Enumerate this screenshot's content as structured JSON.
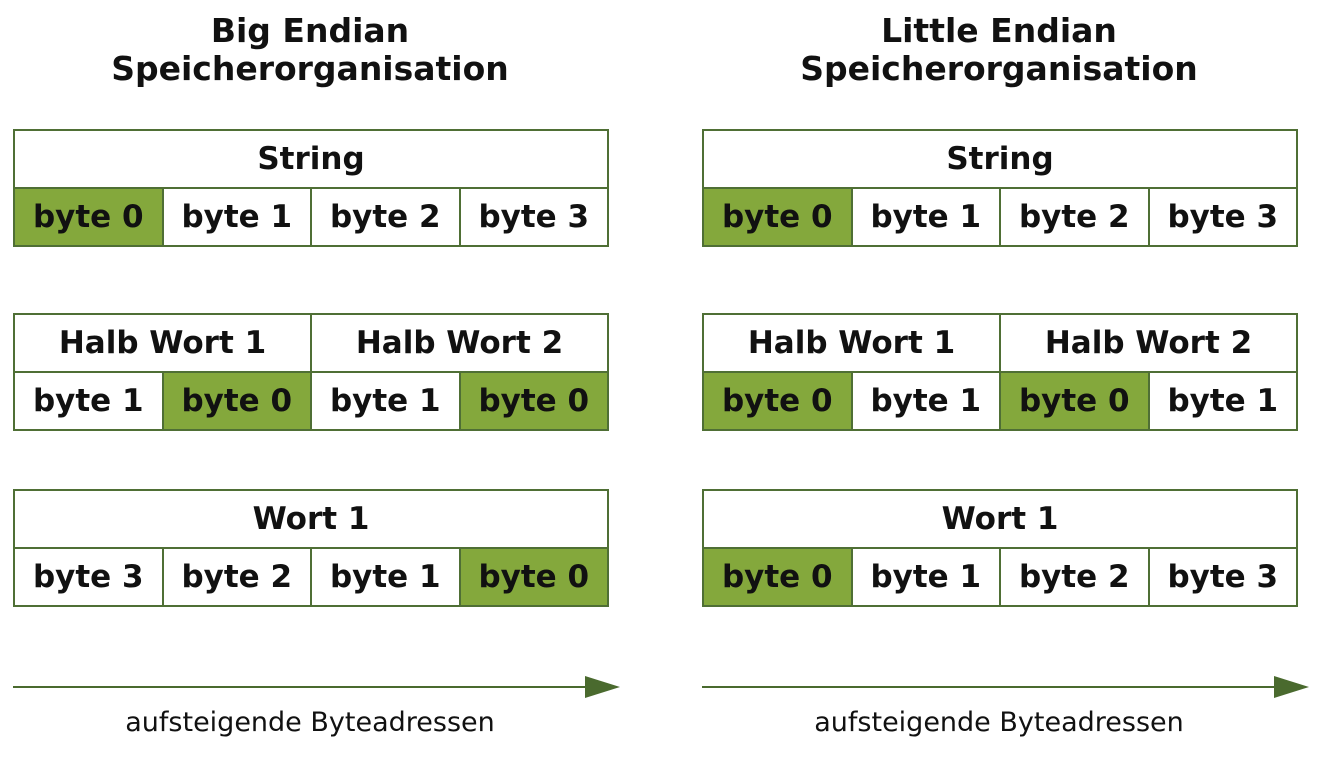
{
  "colors": {
    "highlight": "#84a83c",
    "border": "#4f6f35",
    "arrow": "#4a6a2e"
  },
  "left": {
    "title_line1": "Big Endian",
    "title_line2": "Speicherorganisation",
    "blocks": [
      {
        "header": [
          "String"
        ],
        "bytes": [
          {
            "label": "byte 0",
            "hl": true
          },
          {
            "label": "byte 1",
            "hl": false
          },
          {
            "label": "byte 2",
            "hl": false
          },
          {
            "label": "byte 3",
            "hl": false
          }
        ]
      },
      {
        "header": [
          "Halb Wort 1",
          "Halb Wort 2"
        ],
        "bytes": [
          {
            "label": "byte 1",
            "hl": false
          },
          {
            "label": "byte 0",
            "hl": true
          },
          {
            "label": "byte 1",
            "hl": false
          },
          {
            "label": "byte 0",
            "hl": true
          }
        ]
      },
      {
        "header": [
          "Wort 1"
        ],
        "bytes": [
          {
            "label": "byte 3",
            "hl": false
          },
          {
            "label": "byte 2",
            "hl": false
          },
          {
            "label": "byte 1",
            "hl": false
          },
          {
            "label": "byte 0",
            "hl": true
          }
        ]
      }
    ],
    "caption": "aufsteigende Byteadressen"
  },
  "right": {
    "title_line1": "Little Endian",
    "title_line2": "Speicherorganisation",
    "blocks": [
      {
        "header": [
          "String"
        ],
        "bytes": [
          {
            "label": "byte 0",
            "hl": true
          },
          {
            "label": "byte 1",
            "hl": false
          },
          {
            "label": "byte 2",
            "hl": false
          },
          {
            "label": "byte 3",
            "hl": false
          }
        ]
      },
      {
        "header": [
          "Halb Wort 1",
          "Halb Wort 2"
        ],
        "bytes": [
          {
            "label": "byte 0",
            "hl": true
          },
          {
            "label": "byte 1",
            "hl": false
          },
          {
            "label": "byte 0",
            "hl": true
          },
          {
            "label": "byte 1",
            "hl": false
          }
        ]
      },
      {
        "header": [
          "Wort 1"
        ],
        "bytes": [
          {
            "label": "byte 0",
            "hl": true
          },
          {
            "label": "byte 1",
            "hl": false
          },
          {
            "label": "byte 2",
            "hl": false
          },
          {
            "label": "byte 3",
            "hl": false
          }
        ]
      }
    ],
    "caption": "aufsteigende Byteadressen"
  }
}
